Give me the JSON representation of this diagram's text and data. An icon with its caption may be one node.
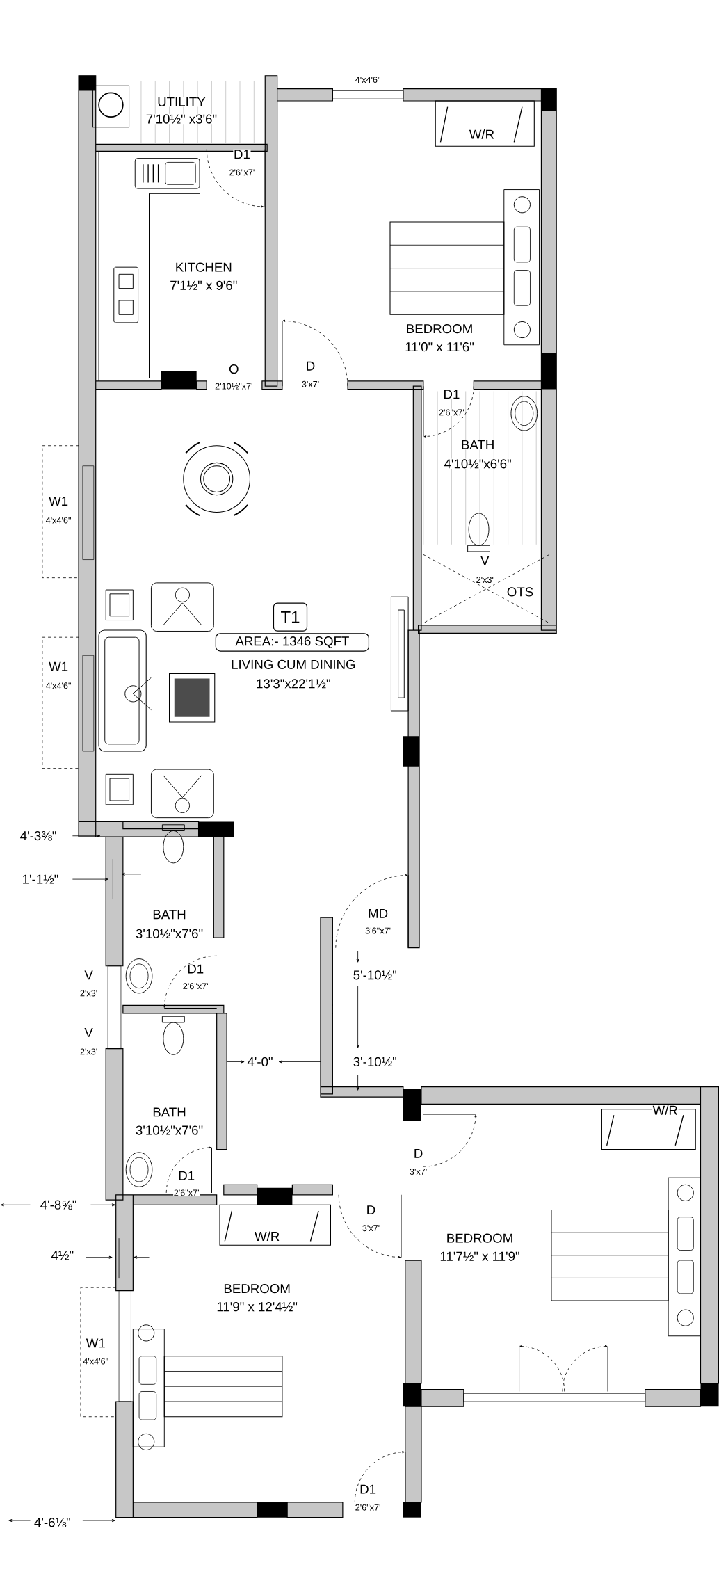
{
  "diagram": {
    "nodes": [
      {
        "text": [
          "T1"
        ]
      },
      {
        "text": [
          "AREA:- 1346 SQFT"
        ]
      }
    ],
    "labels": [
      "4'x4'6\"",
      "UTILITY",
      "7'10½\" x3'6\"",
      "W/R",
      "D1",
      "2'6\"x7'",
      "KITCHEN",
      "7'1½\" x 9'6\"",
      "BEDROOM",
      "11'0\" x 11'6\"",
      "O",
      "D",
      "2'10½\"x7'",
      "3'x7'",
      "D1",
      "2'6\"x7'",
      "BATH",
      "4'10½\"x6'6\"",
      "W1",
      "4'x4'6\"",
      "V",
      "2'x3'",
      "OTS",
      "W1",
      "4'x4'6\"",
      "LIVING CUM DINING",
      "13'3\"x22'1½\"",
      "4'-3⅜\"",
      "1'-1½\"",
      "MD",
      "BATH",
      "3'6\"x7'",
      "3'10½\"x7'6\"",
      "D1",
      "V",
      "5'-10½\"",
      "2'6\"x7'",
      "2'x3'",
      "V",
      "2'x3'",
      "4'-0\"",
      "3'-10½\"",
      "W/R",
      "BATH",
      "3'10½\"x7'6\"",
      "D",
      "3'x7'",
      "D1",
      "2'6\"x7'",
      "4'-8⅝\"",
      "D",
      "3'x7'",
      "W/R",
      "BEDROOM",
      "11'7½\" x 11'9\"",
      "4½\"",
      "BEDROOM",
      "11'9\" x 12'4½\"",
      "W1",
      "4'x4'6\"",
      "D1",
      "2'6\"x7'",
      "4'-6⅛\""
    ]
  }
}
